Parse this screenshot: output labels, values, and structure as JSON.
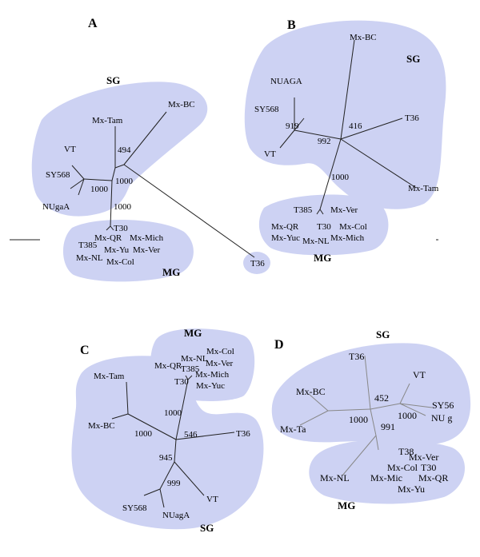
{
  "colors": {
    "region": "#cdd2f3",
    "branch": "#222222",
    "branch_light": "#888888"
  },
  "panels": {
    "A": {
      "letter": "A",
      "sg": "SG",
      "mg": "MG",
      "taxa": [
        "Mx-BC",
        "Mx-Tam",
        "VT",
        "SY568",
        "NUgaA",
        "T30",
        "T385",
        "Mx-QR",
        "Mx-Mich",
        "Mx-NL",
        "Mx-Yu",
        "Mx-Ver",
        "Mx-Col",
        "T36"
      ],
      "bootstrap": [
        "494",
        "1000",
        "1000",
        "1000"
      ]
    },
    "B": {
      "letter": "B",
      "sg": "SG",
      "mg": "MG",
      "taxa": [
        "Mx-BC",
        "NUAGA",
        "SY568",
        "VT",
        "T36",
        "Mx-Tam",
        "T385",
        "Mx-Ver",
        "Mx-QR",
        "T30",
        "Mx-Col",
        "Mx-Yuc",
        "Mx-NL",
        "Mx-Mich"
      ],
      "bootstrap": [
        "919",
        "992",
        "416",
        "1000"
      ]
    },
    "C": {
      "letter": "C",
      "sg": "SG",
      "mg": "MG",
      "taxa": [
        "Mx-Col",
        "Mx-NL",
        "Mx-QR",
        "Mx-Ver",
        "T385",
        "Mx-Mich",
        "T30",
        "Mx-Yuc",
        "Mx-Tam",
        "Mx-BC",
        "T36",
        "SY568",
        "NUagA",
        "VT"
      ],
      "bootstrap": [
        "1000",
        "1000",
        "546",
        "945",
        "999"
      ]
    },
    "D": {
      "letter": "D",
      "sg": "SG",
      "mg": "MG",
      "taxa": [
        "T36",
        "VT",
        "Mx-BC",
        "SY56",
        "NU g",
        "Mx-Ta",
        "T38",
        "Mx-Ver",
        "Mx-Col",
        "T30",
        "Mx-NL",
        "Mx-Mic",
        "Mx-QR",
        "Mx-Yu"
      ],
      "bootstrap": [
        "452",
        "1000",
        "1000",
        "991"
      ]
    }
  }
}
